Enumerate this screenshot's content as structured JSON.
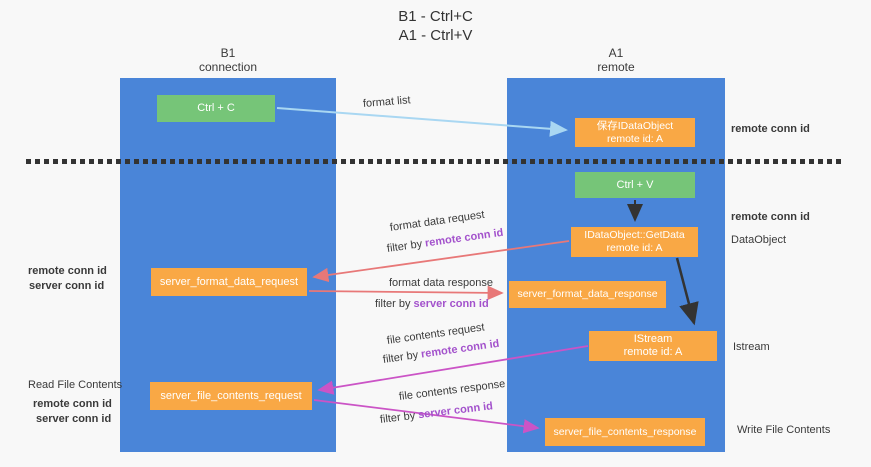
{
  "title": {
    "line1": "B1 - Ctrl+C",
    "line2": "A1 - Ctrl+V"
  },
  "lanes": {
    "left": {
      "name": "B1",
      "subtitle": "connection"
    },
    "right": {
      "name": "A1",
      "subtitle": "remote"
    }
  },
  "boxes": {
    "ctrl_c": {
      "label": "Ctrl + C"
    },
    "save_idataobject": {
      "line1": "保存IDataObject",
      "line2": "remote id: A"
    },
    "ctrl_v": {
      "label": "Ctrl + V"
    },
    "getdata": {
      "line1": "IDataObject::GetData",
      "line2": "remote id: A"
    },
    "server_format_data_request": {
      "label": "server_format_data_request"
    },
    "server_format_data_response": {
      "label": "server_format_data_response"
    },
    "istream": {
      "line1": "IStream",
      "line2": "remote id: A"
    },
    "server_file_contents_request": {
      "label": "server_file_contents_request"
    },
    "server_file_contents_response": {
      "label": "server_file_contents_response"
    }
  },
  "arrows": {
    "format_list": {
      "label": "format list"
    },
    "format_data_request": {
      "label": "format data request",
      "filter_prefix": "filter by ",
      "filter_key": "remote conn id"
    },
    "format_data_response": {
      "label": "format data response",
      "filter_prefix": "filter by ",
      "filter_key": "server conn id"
    },
    "file_contents_request": {
      "label": "file contents request",
      "filter_prefix": "filter by ",
      "filter_key": "remote conn id"
    },
    "file_contents_response": {
      "label": "file contents response",
      "filter_prefix": "filter by ",
      "filter_key": "server conn id"
    }
  },
  "side_labels": {
    "right_remote_conn_id_top": "remote conn id",
    "right_remote_conn_id_mid": "remote conn id",
    "right_dataobject": "DataObject",
    "right_istream": "Istream",
    "right_write_file_contents": "Write File Contents",
    "left_remote_conn_id_top": "remote conn id",
    "left_server_conn_id_top": "server conn id",
    "left_read_file_contents": "Read File Contents",
    "left_remote_conn_id_bottom": "remote conn id",
    "left_server_conn_id_bottom": "server conn id"
  },
  "colors": {
    "lane_blue": "#4a85d8",
    "box_green": "#76c578",
    "box_orange": "#f9a845",
    "arrow_light_blue": "#a9d7f2",
    "arrow_black": "#333333",
    "arrow_red": "#e87878",
    "arrow_magenta": "#cb54c6",
    "conn_id_purple": "#a352cc",
    "conn_id_green": "#58b55c",
    "separator_black": "#333333",
    "background": "#f8f8f8"
  }
}
